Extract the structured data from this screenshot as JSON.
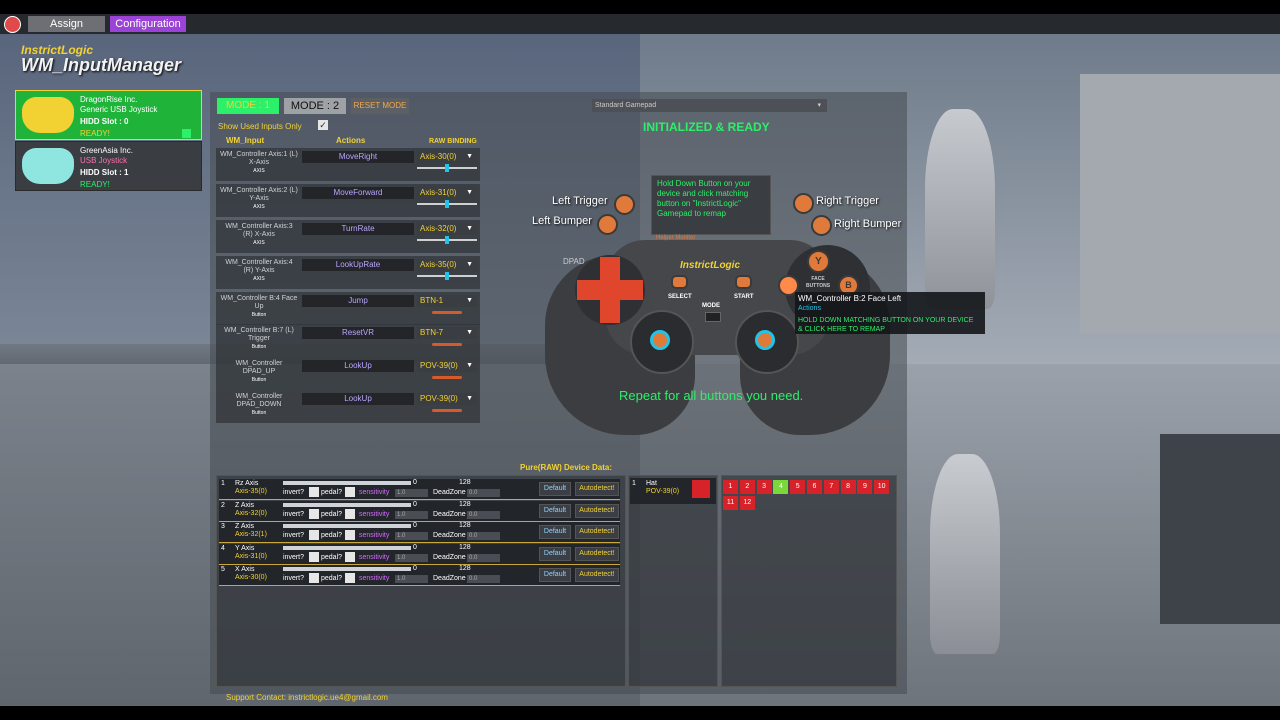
{
  "topbar": {
    "assign_label": "Assign",
    "config_label": "Configuration"
  },
  "brand": {
    "company": "InstrictLogic",
    "product": "WM_InputManager"
  },
  "devices": [
    {
      "vendor": "DragonRise Inc.",
      "type": "Generic   USB  Joystick",
      "slot": "HIDD Slot : 0",
      "status": "READY!"
    },
    {
      "vendor": "GreenAsia Inc.",
      "type": "USB  Joystick",
      "slot": "HIDD Slot : 1",
      "status": "READY!"
    }
  ],
  "modes": {
    "mode1": "MODE : 1",
    "mode2": "MODE : 2",
    "reset": "RESET MODE"
  },
  "gamepad_select": "Standard Gamepad",
  "show_used_label": "Show Used Inputs Only",
  "headers": {
    "wm_input": "WM_Input",
    "actions": "Actions",
    "raw_binding": "RAW BINDING"
  },
  "bindings": [
    {
      "input": "WM_Controller Axis:1 (L) X-Axis",
      "kind": "AXIS",
      "action": "MoveRight",
      "raw": "Axis-30(0)",
      "level": 0.5
    },
    {
      "input": "WM_Controller Axis:2 (L) Y-Axis",
      "kind": "AXIS",
      "action": "MoveForward",
      "raw": "Axis-31(0)",
      "level": 0.5
    },
    {
      "input": "WM_Controller Axis:3 (R) X-Axis",
      "kind": "AXIS",
      "action": "TurnRate",
      "raw": "Axis-32(0)",
      "level": 0.5
    },
    {
      "input": "WM_Controller Axis:4 (R) Y-Axis",
      "kind": "AXIS",
      "action": "LookUpRate",
      "raw": "Axis-35(0)",
      "level": 0.5
    },
    {
      "input": "WM_Controller B:4 Face Up",
      "kind": "Button",
      "action": "Jump",
      "raw": "BTN-1"
    },
    {
      "input": "WM_Controller B:7 (L) Trigger",
      "kind": "Button",
      "action": "ResetVR",
      "raw": "BTN-7"
    },
    {
      "input": "WM_Controller DPAD_UP",
      "kind": "Button",
      "action": "LookUp",
      "raw": "POV-39(0)"
    },
    {
      "input": "WM_Controller DPAD_DOWN",
      "kind": "Button",
      "action": "LookUp",
      "raw": "POV-39(0)"
    }
  ],
  "status": "INITIALIZED & READY",
  "helper": {
    "text": "Hold Down Button on your device and click matching button on \"InstrictLogic\" Gamepad to remap",
    "title": "Helper Monitor"
  },
  "gamepad": {
    "left_trigger": "Left Trigger",
    "left_bumper": "Left Bumper",
    "right_trigger": "Right Trigger",
    "right_bumper": "Right Bumper",
    "dpad": "DPAD",
    "brand": "InstrictLogic",
    "select": "SELECT",
    "start": "START",
    "mode": "MODE",
    "face": "FACE BUTTONS",
    "y": "Y",
    "b": "B"
  },
  "tooltip": {
    "title": "WM_Controller B:2 Face Left",
    "sub": "Actions",
    "msg": "HOLD DOWN MATCHING BUTTON ON YOUR DEVICE & CLICK HERE TO REMAP"
  },
  "repeat_text": "Repeat for all buttons you need.",
  "raw_title": "Pure(RAW) Device Data:",
  "raw_labels": {
    "invert": "invert?",
    "pedal": "pedal?",
    "sensitivity": "sensitivity",
    "deadzone": "DeadZone",
    "default": "Default",
    "autodetect": "Autodetect!"
  },
  "raw_axes": [
    {
      "num": "1",
      "name": "Rz Axis",
      "axis": "Axis-35(0)",
      "v": "0",
      "v2": "128",
      "sens": "1.0",
      "dz": "0.0"
    },
    {
      "num": "2",
      "name": "Z Axis",
      "axis": "Axis-32(0)",
      "v": "0",
      "v2": "128",
      "sens": "1.0",
      "dz": "0.0"
    },
    {
      "num": "3",
      "name": "Z Axis",
      "axis": "Axis-32(1)",
      "v": "0",
      "v2": "128",
      "sens": "1.0",
      "dz": "0.0"
    },
    {
      "num": "4",
      "name": "Y Axis",
      "axis": "Axis-31(0)",
      "v": "0",
      "v2": "128",
      "sens": "1.0",
      "dz": "0.0"
    },
    {
      "num": "5",
      "name": "X Axis",
      "axis": "Axis-30(0)",
      "v": "0",
      "v2": "128",
      "sens": "1.0",
      "dz": "0.0"
    }
  ],
  "hat": {
    "num": "1",
    "name": "Hat",
    "value": "POV-39(0)"
  },
  "raw_buttons": [
    "1",
    "2",
    "3",
    "4",
    "5",
    "6",
    "7",
    "8",
    "9",
    "10",
    "11",
    "12"
  ],
  "footer": "Support Contact: instrictlogic.ue4@gmail.com"
}
